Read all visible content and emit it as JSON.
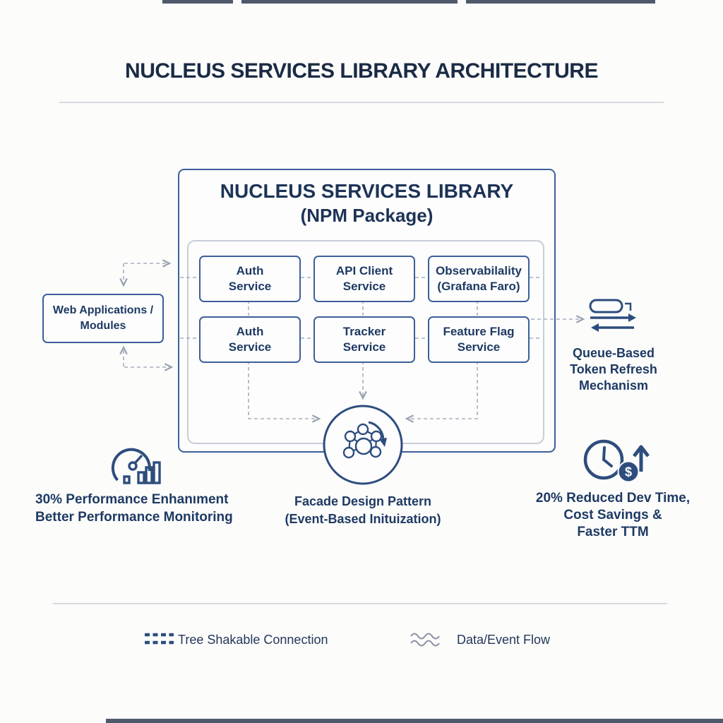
{
  "page": {
    "title": "NUCLEUS SERVICES LIBRARY ARCHITECTURE"
  },
  "library": {
    "title": "NUCLEUS SERVICES LIBRARY",
    "subtitle": "(NPM Package)",
    "services": [
      {
        "label": "Auth\nService"
      },
      {
        "label": "API Client\nService"
      },
      {
        "label": "Observabilality\n(Grafana Faro)"
      },
      {
        "label": "Auth\nService"
      },
      {
        "label": "Tracker\nService"
      },
      {
        "label": "Feature Flag\nService"
      }
    ]
  },
  "client": {
    "label": "Web Applications /\nModules"
  },
  "annotations": {
    "queue": {
      "icon": "queue-exchange-icon",
      "text": "Queue-Based\nToken Refresh\nMechanism"
    },
    "performance": {
      "icon": "gauge-chart-icon",
      "text": "30% Performance Enhanıment\nBetter Performance Monitoring"
    },
    "facade": {
      "icon": "facade-network-icon",
      "text": "Facade Design Pattern\n(Event-Based Inituization)"
    },
    "savings": {
      "icon": "clock-dollar-icon",
      "text": "20% Reduced Dev Time,\nCost Savings &\nFaster TTM",
      "dollar_glyph": "$"
    }
  },
  "legend": {
    "items": [
      {
        "swatch": "dashed-line",
        "label": "Tree Shakable Connection"
      },
      {
        "swatch": "wavy-line",
        "label": "Data/Event Flow"
      }
    ]
  },
  "colors": {
    "navy_text": "#1d3356",
    "box_border": "#3d5f9a",
    "icon_navy": "#2d4d7d",
    "dash_gray": "#a6aebb"
  }
}
